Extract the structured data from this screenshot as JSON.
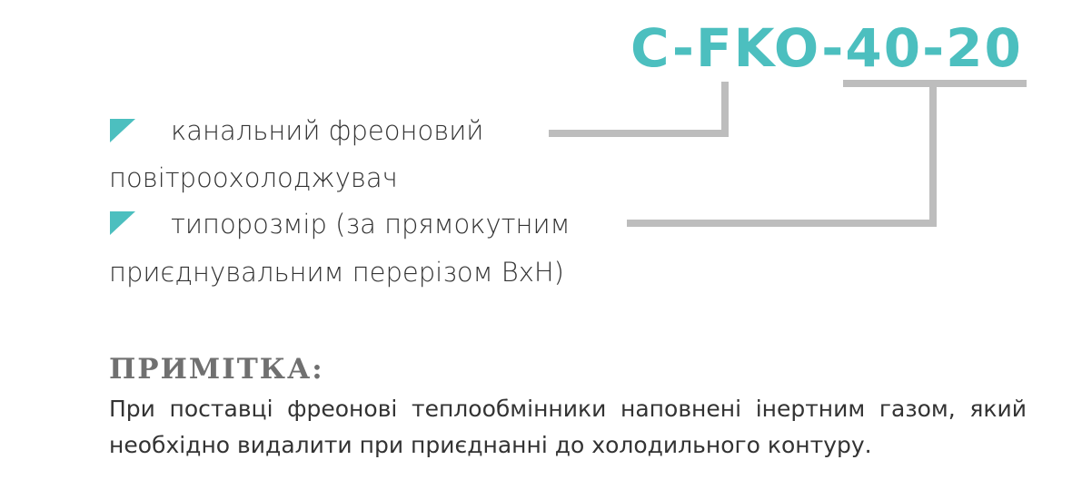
{
  "model_code": "C-FKO-40-20",
  "accent_color": "#4cbfbf",
  "connector_color": "#bdbdbd",
  "bullet_icon": "teal-triangle-marker",
  "items": [
    {
      "line1": "канальний фреоновий",
      "line2": "повітроохолоджувач"
    },
    {
      "line1": "типорозмір (за прямокутним",
      "line2": "приєднувальним перерізом ВхН)"
    }
  ],
  "note": {
    "heading": "ПРИМІТКА:",
    "text": "При поставці фреонові теплообмінники наповнені інертним газом, який необхідно видалити при приєднанні до холодильного контуру."
  }
}
